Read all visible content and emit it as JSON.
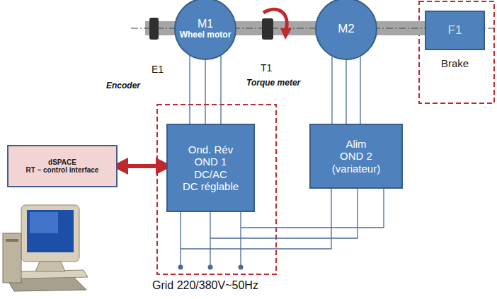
{
  "diagram": {
    "nodes": [
      {
        "text": [
          "M1",
          "Wheel motor"
        ]
      },
      {
        "text": [
          "M2"
        ]
      },
      {
        "text": [
          "F1",
          "Brake"
        ]
      },
      {
        "text": [
          "dSPACE",
          "RT – control interface"
        ]
      },
      {
        "text": [
          "Ond. Rév",
          "OND 1",
          "DC/AC",
          "DC réglable"
        ]
      },
      {
        "text": [
          "Alim",
          "OND 2",
          "(variateur)"
        ]
      }
    ],
    "edges": [
      {
        "from": 3,
        "to": 4,
        "arrow": "both"
      },
      {
        "from": 0,
        "to": 4,
        "arrow": "none"
      },
      {
        "from": 0,
        "to": 4,
        "arrow": "none"
      },
      {
        "from": 0,
        "to": 4,
        "arrow": "none"
      },
      {
        "from": 1,
        "to": 5,
        "arrow": "none"
      },
      {
        "from": 1,
        "to": 5,
        "arrow": "none"
      },
      {
        "from": 1,
        "to": 5,
        "arrow": "none"
      }
    ],
    "labels": [
      "E1",
      "Encoder",
      "T1",
      "Torque meter",
      "Grid 220/380V~50Hz"
    ]
  }
}
